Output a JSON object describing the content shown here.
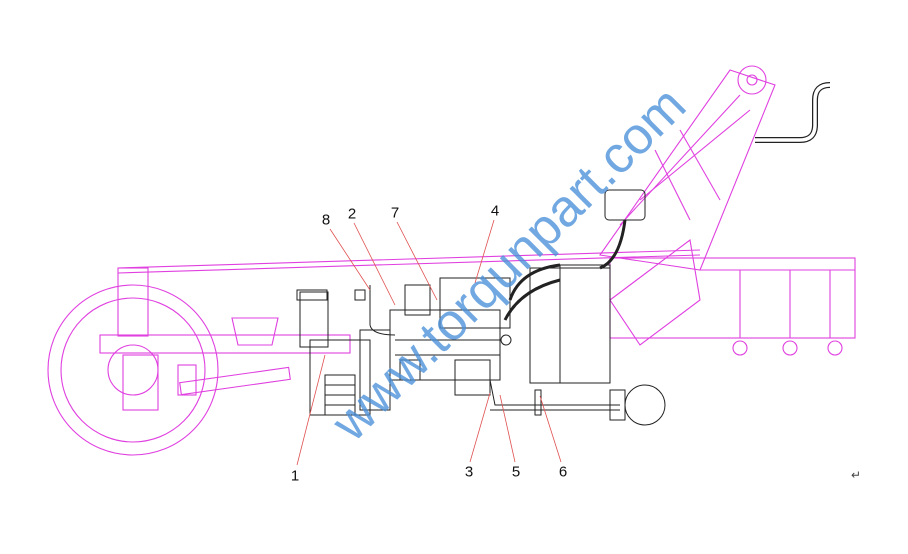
{
  "diagram": {
    "callouts": [
      "1",
      "2",
      "3",
      "4",
      "5",
      "6",
      "7",
      "8"
    ],
    "watermark": "www.torqunpart.com",
    "return_mark": "↵",
    "colors": {
      "frame": "#e040e0",
      "machinery": "#222222",
      "leader": "#e05050",
      "watermark": "#4a90d9"
    }
  }
}
